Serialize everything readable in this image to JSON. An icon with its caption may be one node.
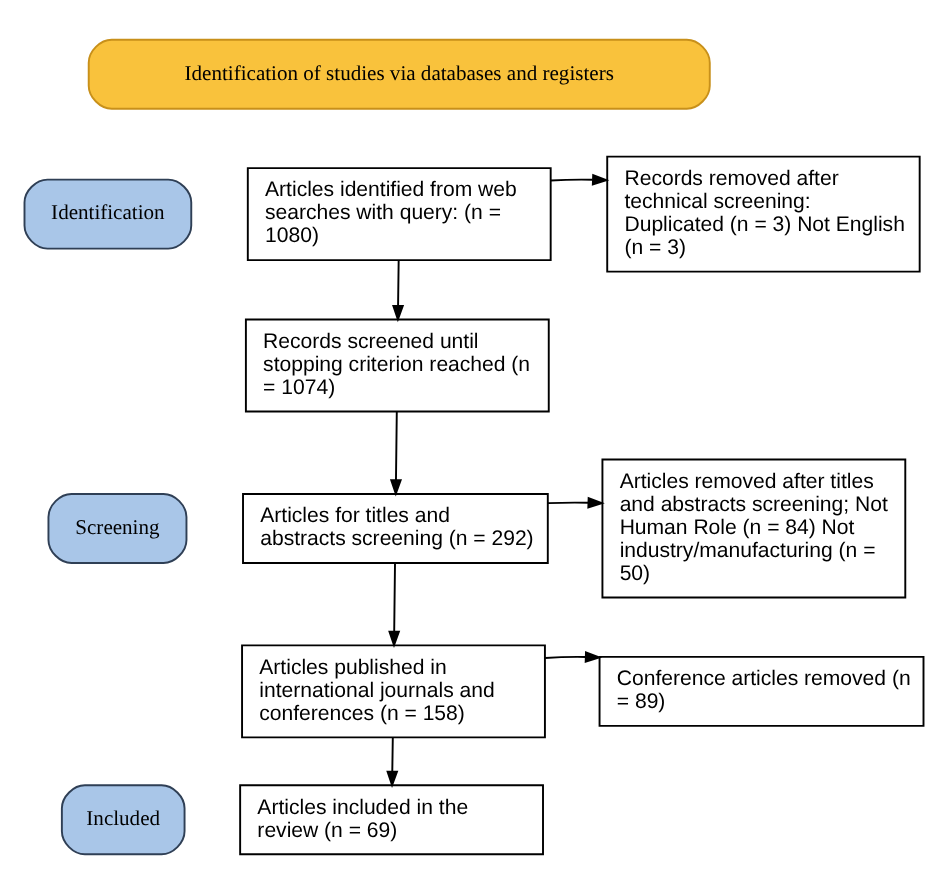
{
  "diagram": {
    "nodes": [
      {
        "text": [
          "Identification of studies via databases and registers"
        ]
      },
      {
        "text": [
          "Identification"
        ]
      },
      {
        "text": [
          "Articles identified from web searches with query: (n = 1080)"
        ]
      },
      {
        "text": [
          "Records removed after technical screening: Duplicated (n = 3) Not English (n = 3)"
        ]
      },
      {
        "text": [
          "Screening"
        ]
      },
      {
        "text": [
          "Records screened until stopping criterion reached (n = 1074)"
        ]
      },
      {
        "text": [
          "Articles for titles and abstracts screening (n = 292)"
        ]
      },
      {
        "text": [
          "Articles removed after titles and abstracts screening; Not Human Role (n = 84) Not industry/manufacturing (n = 50)"
        ]
      },
      {
        "text": [
          "Articles published in international journals and conferences (n = 158)"
        ]
      },
      {
        "text": [
          "Conference articles removed (n = 89)"
        ]
      },
      {
        "text": [
          "Included"
        ]
      },
      {
        "text": [
          "Articles included in the review (n = 69)"
        ]
      }
    ],
    "edges": [
      {
        "from": 2,
        "to": 3,
        "arrow": "to"
      },
      {
        "from": 2,
        "to": 5,
        "arrow": "to"
      },
      {
        "from": 5,
        "to": 6,
        "arrow": "to"
      },
      {
        "from": 6,
        "to": 7,
        "arrow": "to"
      },
      {
        "from": 6,
        "to": 8,
        "arrow": "to"
      },
      {
        "from": 8,
        "to": 9,
        "arrow": "to"
      },
      {
        "from": 8,
        "to": 11,
        "arrow": "to"
      }
    ]
  }
}
